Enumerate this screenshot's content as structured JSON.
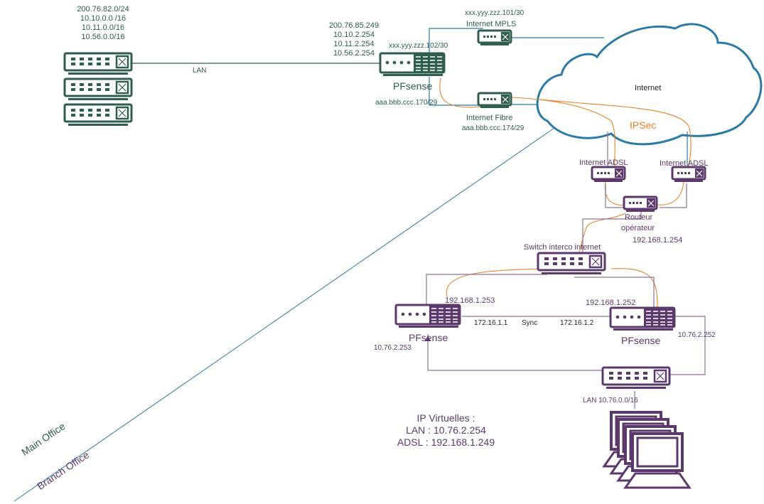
{
  "colors": {
    "main_office": "#2f5e4e",
    "branch_office": "#5b3a6b",
    "internet_link": "#2a7aa6",
    "ipsec": "#e8822a",
    "branch_line": "#8d7399"
  },
  "main_office": {
    "subnets": [
      "200.76.82.0/24",
      "10.10.0.0 /16",
      "10.11.0.0/16",
      "10.56.0.0/16"
    ],
    "lan_label": "LAN",
    "pfsense_ips": [
      "200.76.85.249",
      "10.10.2.254",
      "10.11.2.254",
      "10.56.2.254"
    ],
    "pfsense_label": "PFsense",
    "pfsense_wan1_ip": "xxx.yyy.zzz.102/30",
    "pfsense_wan2_ip": "aaa.bbb.ccc.170/29",
    "mpls": {
      "ip": "xxx.yyy.zzz.101/30",
      "label": "Internet MPLS"
    },
    "fibre": {
      "label": "Internet Fibre",
      "ip": "aaa.bbb.ccc.174/29"
    }
  },
  "internet": {
    "label": "Internet",
    "tunnel_label": "IPSec"
  },
  "branch_office": {
    "adsl_left_label": "Internet ADSL",
    "adsl_right_label": "Internet ADSL",
    "router_label_1": "Routeur",
    "router_label_2": "opérateur",
    "router_ip": "192.168.1.254",
    "switch_interco_label": "Switch interco internet",
    "pfsense_left": {
      "label": "PFsense",
      "wan_ip": "192.168.1.253",
      "sync_ip": "172.16.1.1",
      "lan_ip": "10.76.2.253"
    },
    "pfsense_right": {
      "label": "PFsense",
      "wan_ip": "192.168.1.252",
      "sync_ip": "172.16.1.2",
      "lan_ip": "10.76.2.252"
    },
    "sync_label": "Sync",
    "lan_label": "LAN 10.76.0.0/16",
    "virtual_ips": {
      "title": "IP Virtuelles :",
      "lan": "LAN : 10.76.2.254",
      "adsl": "ADSL : 192.168.1.249"
    }
  },
  "zones": {
    "main": "Main Office",
    "branch": "Branch Office"
  }
}
